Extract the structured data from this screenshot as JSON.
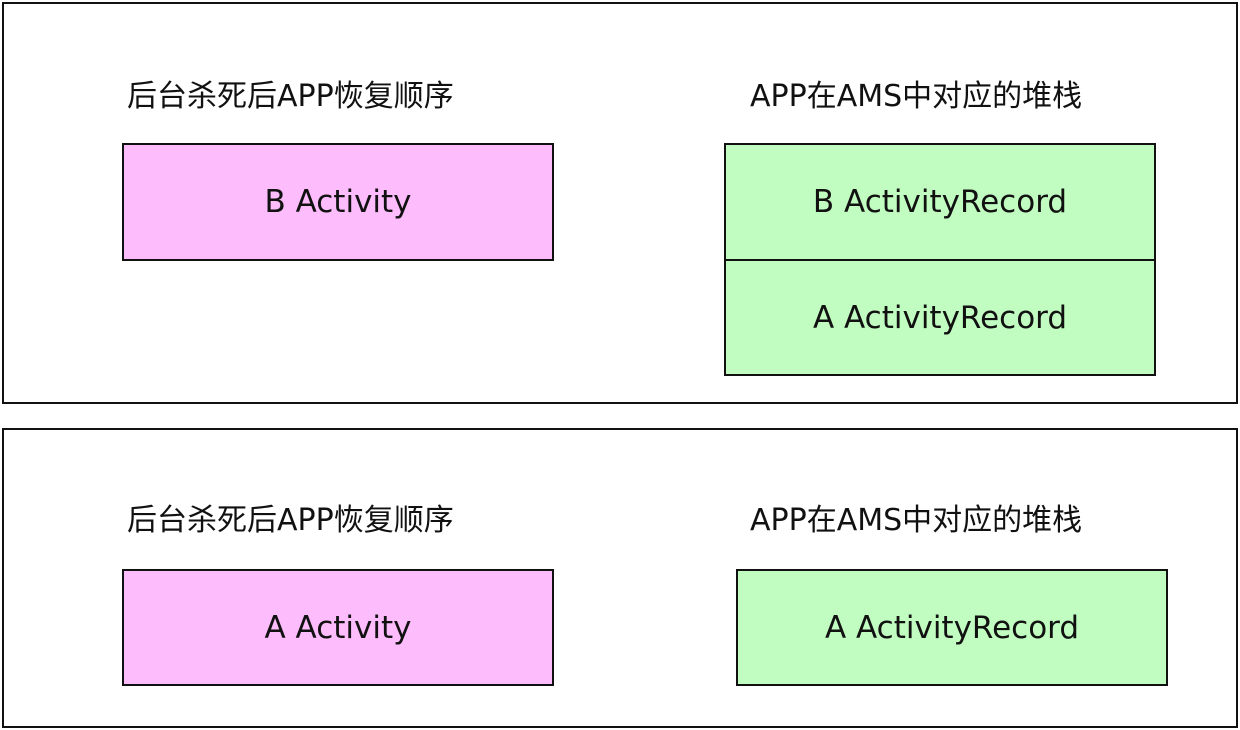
{
  "colors": {
    "activity_fill": "#fdbcfc",
    "record_fill": "#c1fcc0",
    "border": "#111111"
  },
  "panels": [
    {
      "restore_heading": "后台杀死后APP恢复顺序",
      "stack_heading": "APP在AMS中对应的堆栈",
      "activity_box": "B Activity",
      "stack_records": [
        "B ActivityRecord",
        "A ActivityRecord"
      ]
    },
    {
      "restore_heading": "后台杀死后APP恢复顺序",
      "stack_heading": "APP在AMS中对应的堆栈",
      "activity_box": "A Activity",
      "stack_records": [
        "A ActivityRecord"
      ]
    }
  ]
}
